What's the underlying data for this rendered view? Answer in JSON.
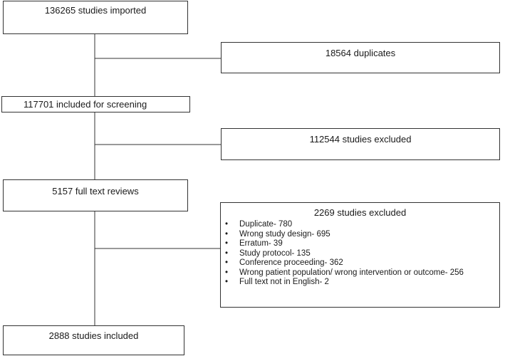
{
  "flow": {
    "imported": "136265 studies imported",
    "duplicates": "18564 duplicates",
    "screening": "117701 included for screening",
    "excluded_screening": "112544 studies excluded",
    "full_text": "5157 full text reviews",
    "excluded_full_text": {
      "title": "2269 studies excluded",
      "reasons": [
        "Duplicate- 780",
        "Wrong study design- 695",
        "Erratum- 39",
        "Study protocol- 135",
        "Conference proceeding- 362",
        "Wrong patient population/ wrong intervention or outcome- 256",
        "Full text not in English- 2"
      ]
    },
    "included": "2888 studies included"
  }
}
